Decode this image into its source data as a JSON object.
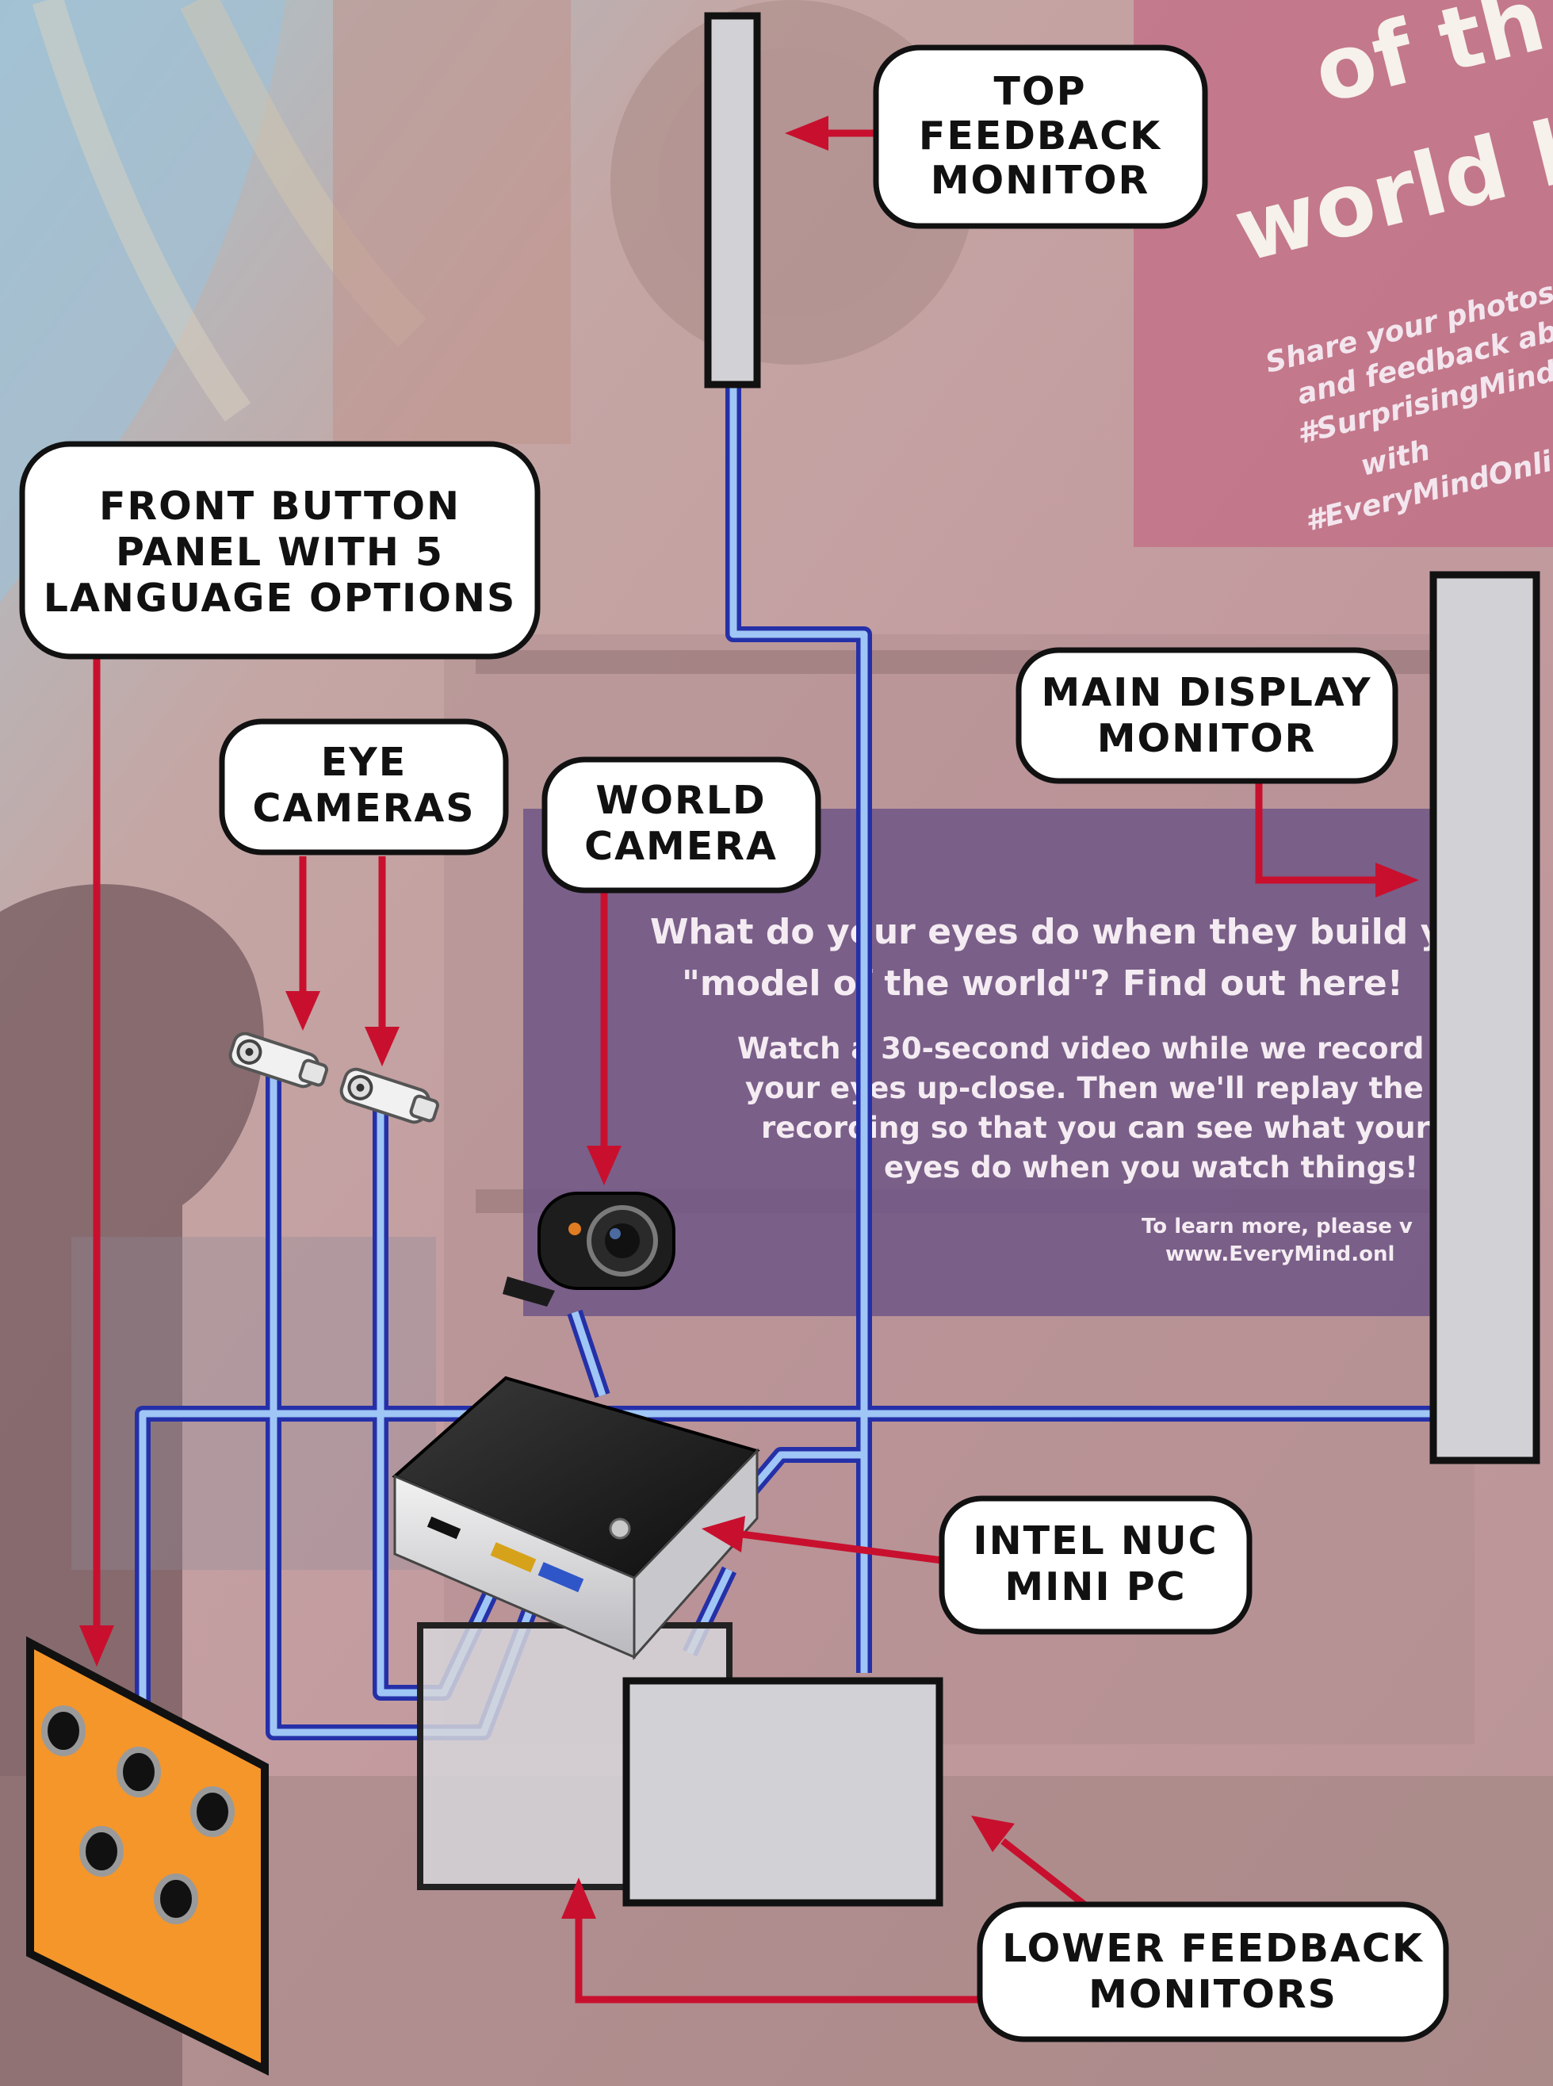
{
  "labels": {
    "top_feedback_monitor": [
      "TOP",
      "FEEDBACK",
      "MONITOR"
    ],
    "front_button_panel": [
      "FRONT BUTTON",
      "PANEL WITH 5",
      "LANGUAGE OPTIONS"
    ],
    "eye_cameras": [
      "EYE",
      "CAMERAS"
    ],
    "world_camera": [
      "WORLD",
      "CAMERA"
    ],
    "main_display_monitor": [
      "MAIN DISPLAY",
      "MONITOR"
    ],
    "intel_nuc": [
      "INTEL NUC",
      "MINI PC"
    ],
    "lower_feedback_monitors": [
      "LOWER FEEDBACK",
      "MONITORS"
    ]
  },
  "background_poster": {
    "top_right": [
      "of th",
      "world he"
    ],
    "side": [
      "Share your photos, vide",
      "and feedback about",
      "#SurprisingMinds",
      "with",
      "#EveryMindOnline"
    ],
    "headline": [
      "What do your eyes do when they build y",
      "\"model of the world\"? Find out here!"
    ],
    "body": [
      "Watch a 30-second video while we record",
      "your eyes up-close. Then we'll replay the",
      "recording so that you can see what your",
      "eyes do when you watch things!"
    ],
    "footer": [
      "To learn more, please v",
      "www.EveryMind.onl"
    ]
  },
  "colors": {
    "arrow": "#c8102e",
    "cable_outer": "#2530a8",
    "cable_inner": "#9fc6f5",
    "monitor_fill": "#d2d2d6",
    "button_panel": "#f5962a",
    "callout_fill": "#ffffff",
    "callout_stroke": "#111111"
  },
  "button_count": 5
}
